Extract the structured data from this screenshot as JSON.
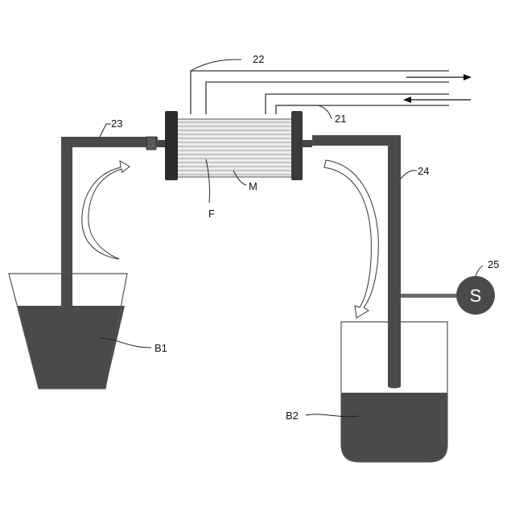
{
  "labels": {
    "l22": "22",
    "l23": "23",
    "l21": "21",
    "l24": "24",
    "l25": "25",
    "lM": "M",
    "lF": "F",
    "lB1": "B1",
    "lB2": "B2",
    "sensor": "S"
  },
  "colors": {
    "liquid": "#4a4a4a",
    "pipe": "#4a4a4a",
    "cap": "#333333",
    "fiber": "#cfcfcf",
    "line": "#333333"
  }
}
